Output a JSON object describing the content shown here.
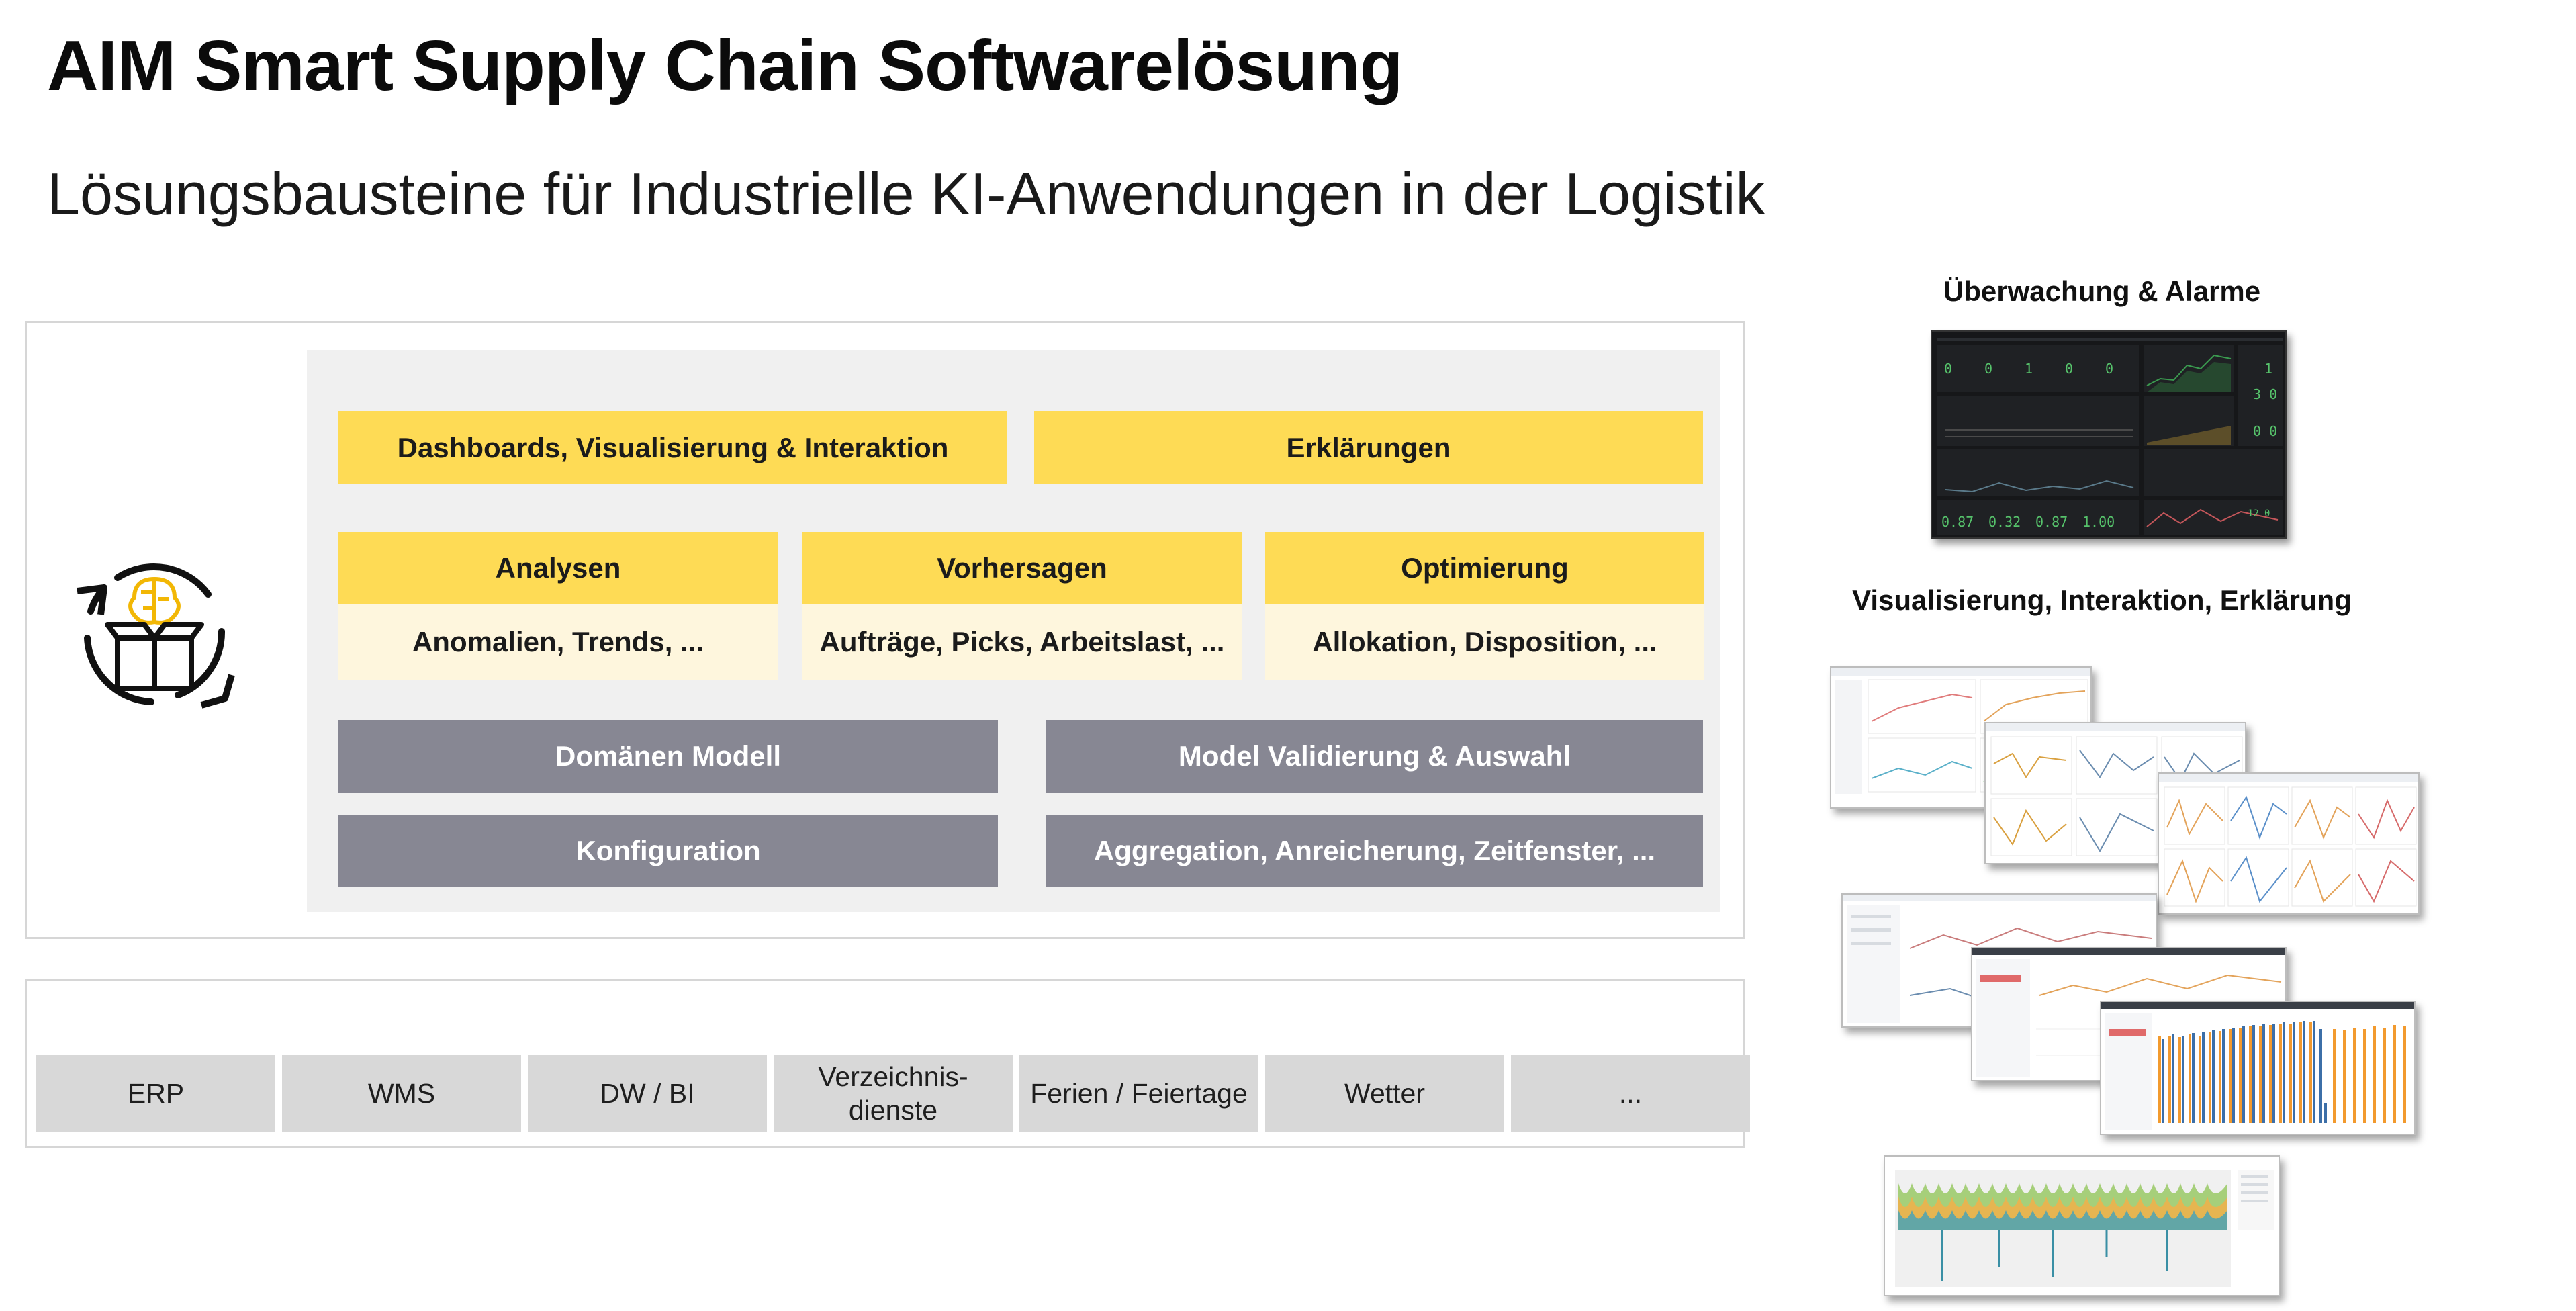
{
  "title": "AIM Smart Supply Chain Softwarelösung",
  "subtitle": "Lösungsbausteine für Industrielle KI-Anwendungen in der Logistik",
  "platform_icon": "ai-box-cycle-icon",
  "layers": {
    "top": [
      "Dashboards, Visualisierung & Interaktion",
      "Erklärungen"
    ],
    "modules": [
      {
        "label": "Analysen",
        "detail": "Anomalien, Trends, ..."
      },
      {
        "label": "Vorhersagen",
        "detail": "Aufträge, Picks, Arbeitslast, ..."
      },
      {
        "label": "Optimierung",
        "detail": "Allokation, Disposition, ..."
      }
    ],
    "infra": [
      "Domänen Modell",
      "Model Validierung & Auswahl",
      "Konfiguration",
      "Aggregation, Anreicherung, Zeitfenster, ..."
    ]
  },
  "sources": [
    "ERP",
    "WMS",
    "DW / BI",
    "Verzeichnis-\ndienste",
    "Ferien / Feiertage",
    "Wetter",
    "..."
  ],
  "right": {
    "monitoring_title": "Überwachung & Alarme",
    "monitoring_values": [
      "0",
      "0",
      "1",
      "0",
      "0",
      "1",
      "3 0",
      "0 0",
      "0.87",
      "0.32",
      "0.87",
      "1.00",
      "12",
      "0"
    ],
    "visual_title": "Visualisierung, Interaktion, Erklärung"
  },
  "colors": {
    "yellow": "#fedb55",
    "yellow_light": "#fef6dd",
    "grey_bar": "#878793",
    "panel": "#f0f0f0",
    "source": "#d8d8d8"
  }
}
